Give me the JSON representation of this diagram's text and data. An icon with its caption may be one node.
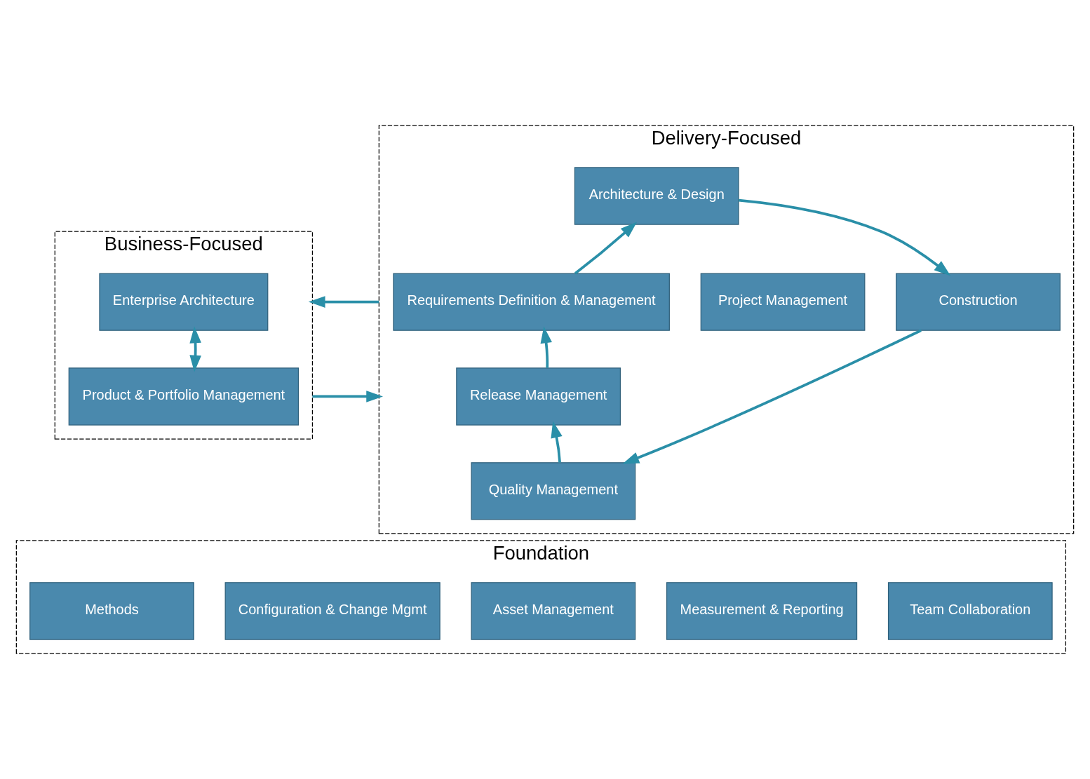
{
  "diagram": {
    "nodes": [
      {
        "text": [
          "Business-Focused"
        ]
      },
      {
        "text": [
          "Enterprise Architecture"
        ],
        "in": 0
      },
      {
        "text": [
          "Product & Portfolio Management"
        ],
        "in": 0
      },
      {
        "text": [
          "Delivery-Focused"
        ]
      },
      {
        "text": [
          "Architecture & Design"
        ],
        "in": 3
      },
      {
        "text": [
          "Requirements Definition & Management"
        ],
        "in": 3
      },
      {
        "text": [
          "Project Management"
        ],
        "in": 3
      },
      {
        "text": [
          "Construction"
        ],
        "in": 3
      },
      {
        "text": [
          "Release Management"
        ],
        "in": 3
      },
      {
        "text": [
          "Quality Management"
        ],
        "in": 3
      },
      {
        "text": [
          "Foundation"
        ]
      },
      {
        "text": [
          "Methods"
        ],
        "in": 10
      },
      {
        "text": [
          "Configuration & Change Mgmt"
        ],
        "in": 10
      },
      {
        "text": [
          "Asset Management"
        ],
        "in": 10
      },
      {
        "text": [
          "Measurement & Reporting"
        ],
        "in": 10
      },
      {
        "text": [
          "Team Collaboration"
        ],
        "in": 10
      }
    ],
    "edges": [
      {
        "from": 1,
        "to": 2,
        "arrow": "both"
      },
      {
        "from": 0,
        "to": 3,
        "arrow": "to"
      },
      {
        "from": 3,
        "to": 0,
        "arrow": "to"
      },
      {
        "from": 8,
        "to": 5,
        "arrow": "to"
      },
      {
        "from": 5,
        "to": 4,
        "arrow": "to"
      },
      {
        "from": 4,
        "to": 7,
        "arrow": "to"
      },
      {
        "from": 7,
        "to": 9,
        "arrow": "to"
      },
      {
        "from": 9,
        "to": 8,
        "arrow": "to"
      }
    ]
  }
}
